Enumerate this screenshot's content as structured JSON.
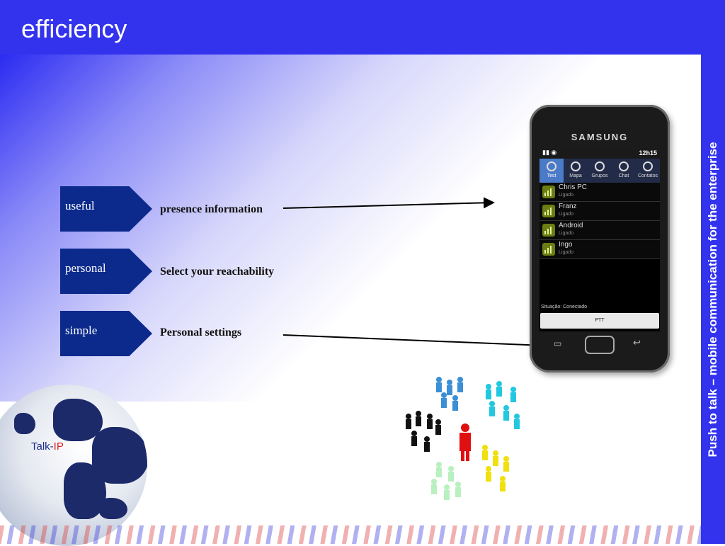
{
  "header": {
    "title": "efficiency"
  },
  "sidebar": {
    "text": "Push to talk – mobile communication for the enterprise"
  },
  "features": [
    {
      "tag": "useful",
      "label": "presence information"
    },
    {
      "tag": "personal",
      "label": "Select your reachability"
    },
    {
      "tag": "simple",
      "label": "Personal settings"
    }
  ],
  "phone": {
    "brand": "SAMSUNG",
    "time": "12h15",
    "tabs": [
      "Test",
      "Mapa",
      "Grupos",
      "Chat",
      "Contatos"
    ],
    "contacts": [
      {
        "name": "Chris PC",
        "status": "Ligado"
      },
      {
        "name": "Franz",
        "status": "Ligado"
      },
      {
        "name": "Android",
        "status": "Ligado"
      },
      {
        "name": "Ingo",
        "status": "Ligado"
      }
    ],
    "situation": "Situação:  Conectado",
    "ptt": "PTT"
  },
  "logo": {
    "talk": "Talk-",
    "ip": "IP"
  },
  "colors": {
    "header": "#3333ee",
    "chevron": "#0b2a8c"
  }
}
